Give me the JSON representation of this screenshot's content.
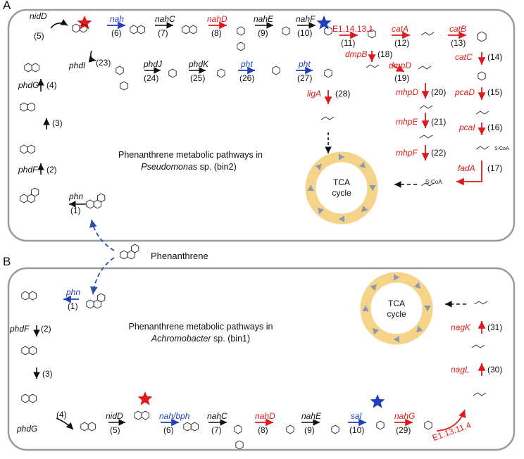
{
  "panels": [
    {
      "label": "A",
      "title_line1": "Phenanthrene metabolic pathways in",
      "title_organism": "Pseudomonas",
      "title_rest": " sp. (bin2)",
      "tca": [
        "TCA",
        "cycle"
      ]
    },
    {
      "label": "B",
      "title_line1": "Phenanthrene metabolic pathways in",
      "title_organism": "Achromobacter",
      "title_rest": " sp. (bin1)",
      "tca": [
        "TCA",
        "cycle"
      ]
    }
  ],
  "center_compound": "Phenanthrene",
  "colors": {
    "black": "#111111",
    "blue": "#1f3fbf",
    "red": "#e0191b",
    "tca_ring": "#f5d48a",
    "tca_arrow": "#8a9bb0",
    "panel_border": "#9a9a9a",
    "dashed_blue": "#2a4fa8"
  },
  "panel_a_steps": [
    {
      "enzyme": "nidD",
      "num": "(5)",
      "color": "black"
    },
    {
      "enzyme": "nah",
      "num": "(6)",
      "color": "blue"
    },
    {
      "enzyme": "nahC",
      "num": "(7)",
      "color": "black"
    },
    {
      "enzyme": "nahD",
      "num": "(8)",
      "color": "red"
    },
    {
      "enzyme": "nahE",
      "num": "(9)",
      "color": "black"
    },
    {
      "enzyme": "nahF",
      "num": "(10)",
      "color": "black"
    },
    {
      "enzyme": "E1.14.13.1",
      "num": "(11)",
      "color": "red"
    },
    {
      "enzyme": "catA",
      "num": "(12)",
      "color": "red"
    },
    {
      "enzyme": "catB",
      "num": "(13)",
      "color": "red"
    },
    {
      "enzyme": "catC",
      "num": "(14)",
      "color": "red"
    },
    {
      "enzyme": "pcaD",
      "num": "(15)",
      "color": "red"
    },
    {
      "enzyme": "pcaI",
      "num": "(16)",
      "color": "red"
    },
    {
      "enzyme": "fadA",
      "num": "(17)",
      "color": "red"
    },
    {
      "enzyme": "dmpB",
      "num": "(18)",
      "color": "red"
    },
    {
      "enzyme": "dmpD",
      "num": "(19)",
      "color": "red"
    },
    {
      "enzyme": "mhpD",
      "num": "(20)",
      "color": "red"
    },
    {
      "enzyme": "mhpE",
      "num": "(21)",
      "color": "red"
    },
    {
      "enzyme": "mhpF",
      "num": "(22)",
      "color": "red"
    },
    {
      "enzyme": "phdI",
      "num": "(23)",
      "color": "black"
    },
    {
      "enzyme": "phdJ",
      "num": "(24)",
      "color": "black"
    },
    {
      "enzyme": "phdK",
      "num": "(25)",
      "color": "black"
    },
    {
      "enzyme": "pht",
      "num": "(26)",
      "color": "blue"
    },
    {
      "enzyme": "pht",
      "num": "(27)",
      "color": "blue"
    },
    {
      "enzyme": "ligA",
      "num": "(28)",
      "color": "red"
    },
    {
      "enzyme": "phdG",
      "num": "(4)",
      "color": "black"
    },
    {
      "enzyme": "",
      "num": "(3)",
      "color": "black"
    },
    {
      "enzyme": "phdF",
      "num": "(2)",
      "color": "black"
    },
    {
      "enzyme": "phn",
      "num": "(1)",
      "color": "black"
    }
  ],
  "panel_b_steps": [
    {
      "enzyme": "phn",
      "num": "(1)",
      "color": "blue"
    },
    {
      "enzyme": "phdF",
      "num": "(2)",
      "color": "black"
    },
    {
      "enzyme": "",
      "num": "(3)",
      "color": "black"
    },
    {
      "enzyme": "phdG",
      "num": "(4)",
      "color": "black"
    },
    {
      "enzyme": "nidD",
      "num": "(5)",
      "color": "black"
    },
    {
      "enzyme": "nah/bph",
      "num": "(6)",
      "color": "blue"
    },
    {
      "enzyme": "nahC",
      "num": "(7)",
      "color": "black"
    },
    {
      "enzyme": "nahD",
      "num": "(8)",
      "color": "red"
    },
    {
      "enzyme": "nahE",
      "num": "(9)",
      "color": "black"
    },
    {
      "enzyme": "sal",
      "num": "(10)",
      "color": "blue"
    },
    {
      "enzyme": "nahG",
      "num": "(29)",
      "color": "red"
    },
    {
      "enzyme": "E1.13.11.4",
      "num": "",
      "color": "red"
    },
    {
      "enzyme": "nagL",
      "num": "(30)",
      "color": "red"
    },
    {
      "enzyme": "nagK",
      "num": "(31)",
      "color": "red"
    }
  ],
  "small_text": {
    "acetyl_coa": "S-CoA",
    "succinyl_coa": "S-CoA"
  }
}
